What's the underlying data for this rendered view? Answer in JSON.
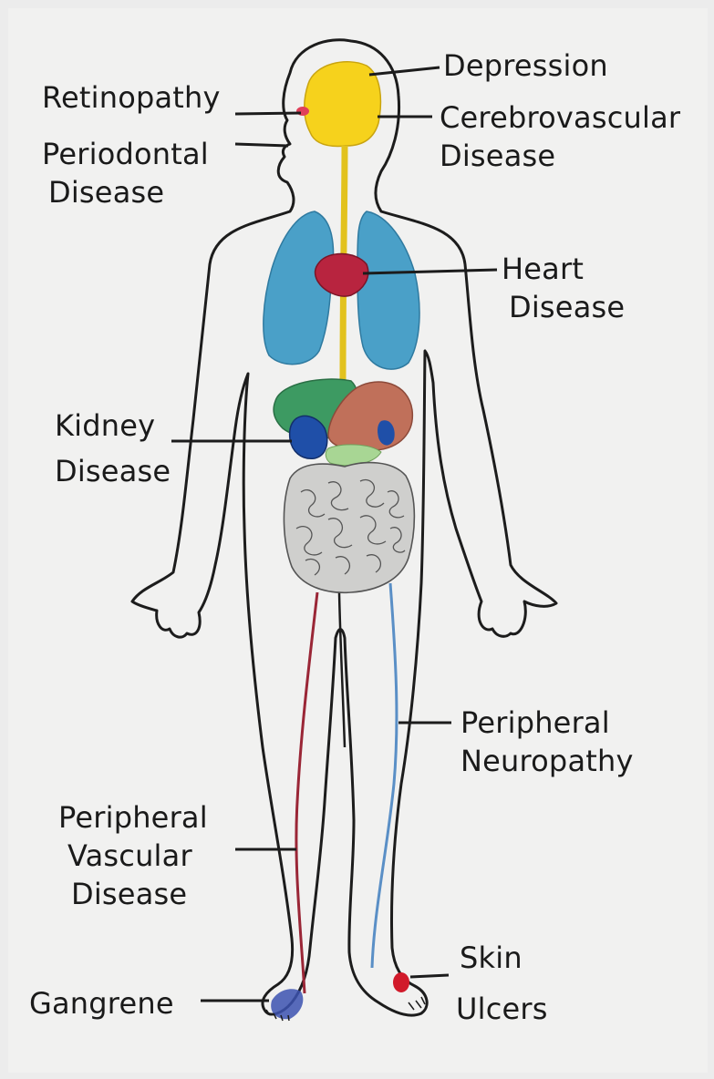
{
  "labels": {
    "depression": [
      "Depression"
    ],
    "retinopathy": [
      "Retinopathy"
    ],
    "cerebrovascular": [
      "Cerebrovascular",
      "Disease"
    ],
    "periodontal": [
      "Periodontal",
      "Disease"
    ],
    "heart": [
      "Heart",
      "Disease"
    ],
    "kidney": [
      "Kidney",
      "Disease"
    ],
    "neuropathy": [
      "Peripheral",
      "Neuropathy"
    ],
    "vascular": [
      "Peripheral",
      "Vascular",
      "Disease"
    ],
    "skin_ulcers": [
      "Skin",
      "Ulcers"
    ],
    "gangrene": [
      "Gangrene"
    ]
  },
  "colors": {
    "brain": "#f6d21c",
    "lungs": "#4aa0c8",
    "heart": "#b8243f",
    "liver": "#c0705a",
    "stomach": "#3d9a62",
    "kidney": "#1f4fa8",
    "intestine": "#cfcfcd",
    "artery": "#9a2636",
    "nerve": "#5a8fc6",
    "outline": "#1c1c1c",
    "ulcer": "#d11a2a",
    "gangrene": "#3c52b0"
  }
}
